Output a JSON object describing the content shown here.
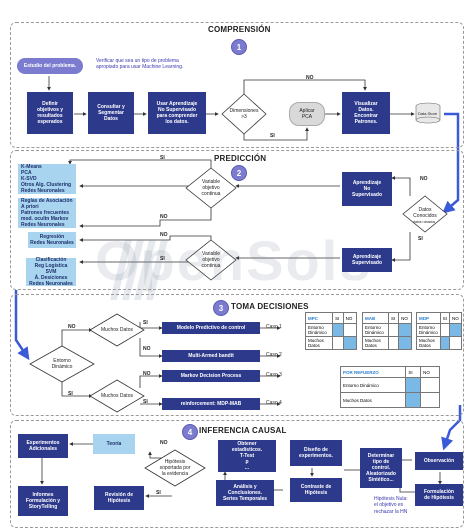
{
  "colors": {
    "navy": "#2d3a8c",
    "light_blue": "#a9d4ef",
    "accent_blue": "#3a5ad8",
    "badge": "#7b7bd0"
  },
  "watermark": "OpenSols",
  "sections": {
    "s1": {
      "number": "1",
      "title": "COMPRENSIÓN"
    },
    "s2": {
      "number": "2",
      "title": "PREDICCIÓN"
    },
    "s3": {
      "number": "3",
      "title": "TOMA DECISIONES"
    },
    "s4": {
      "number": "4",
      "title": "INFERENCIA CAUSAL"
    }
  },
  "s1": {
    "start": "Estudio del problema.",
    "note": "Verificar que sea un tipo de problema\napropiado para usar Machine Learning.",
    "definir": "Definir\nobjetivos y\nresultados\nesperados",
    "consultar": "Consultar y\nSegmentar\nDatos",
    "aprendizaje": "Usar Aprendizaje\nNo Supervisado\npara comprender\nlos datos.",
    "dimensiones": "Dimensiones\n>3",
    "aplicar": "Aplicar\nPCA",
    "visualizar": "Visualizar\nDatos.\nEncontrar\nPatrones.",
    "datastore": "Data Store",
    "si": "SI",
    "no": "NO"
  },
  "s2": {
    "list1": "K-Means\nPCA\nK-SVD\nOtros Alg. Clustering\nRedes Neuronales",
    "list2": "Reglas de Asociación\nA priori\nPatrones frecuentes\nmod. ocultn Markov\nRedes Neuronales",
    "list3": "Regresión\nRedes Neuronales",
    "list4": "Clasificación\nReg Logística\nSVM\nÁ. Desiciones\nRedes Neuronales",
    "dec1": "Variable\nobjetivo\ncontinua",
    "dec2": "Variable\nobjetivo\ncontinua",
    "datos": "Datos\nConocidos",
    "datos_sub": "datos robados",
    "nosup": "Aprendizaje\nNo\nSupervisado",
    "sup": "Aprendizaje\nSupervisado",
    "si": "SI",
    "no": "NO"
  },
  "s3": {
    "entorno": "Entorno\nDinámico",
    "muchos1": "Muchos Datos",
    "muchos2": "Muchos Datos",
    "mpc": "Modelo Predictivo de control",
    "bandit": "Multi-Armed bandit",
    "markov": "Markov Decision Process",
    "rl": "reinforcement: MDP-MAB",
    "caso1": "Caso 1",
    "caso2": "Caso 2",
    "caso3": "Caso 3",
    "caso4": "Caso 4",
    "tables": {
      "mpc": {
        "h": "MPC",
        "si": "SI",
        "no": "NO"
      },
      "mab": {
        "h": "MAB",
        "si": "SI",
        "no": "NO"
      },
      "mdp": {
        "h": "MDP",
        "si": "SI",
        "no": "NO"
      },
      "por": {
        "h": "POR REFUERZO",
        "si": "SI",
        "no": "NO"
      },
      "row1": "Entorno\nDinámico",
      "row2": "Muchos\nDatos",
      "row1b": "Entorno Dinámico",
      "row2b": "Muchos Datos"
    },
    "si": "SI",
    "no": "NO"
  },
  "s4": {
    "experimentos": "Experimentos\nAdicionales",
    "teoria": "Teoría",
    "informes": "Informes\nFormulación y\nStoryTelling",
    "revision": "Revisión de\nHipótesis",
    "hipotesis_q": "Hipótesis\nsoportada por\nla evidencia",
    "obtener": "Obtener\nestadísticos.\nT-Test\np\n...",
    "analisis": "Análisis y\nConclusiones.\nSeries Temporales",
    "diseno": "Diseño de\nexperimentos.",
    "contraste": "Contraste de\nHipótesis",
    "determinar": "Determinar\ntipo de\ncontrol.\nAleatorizado\nSintético...",
    "observacion": "Observación",
    "formulacion": "Formulación\nde Hipótesis",
    "nula": "Hipótesis Nula:\nel objetivo es\nrechazar la HN",
    "si": "SI",
    "no": "NO"
  }
}
